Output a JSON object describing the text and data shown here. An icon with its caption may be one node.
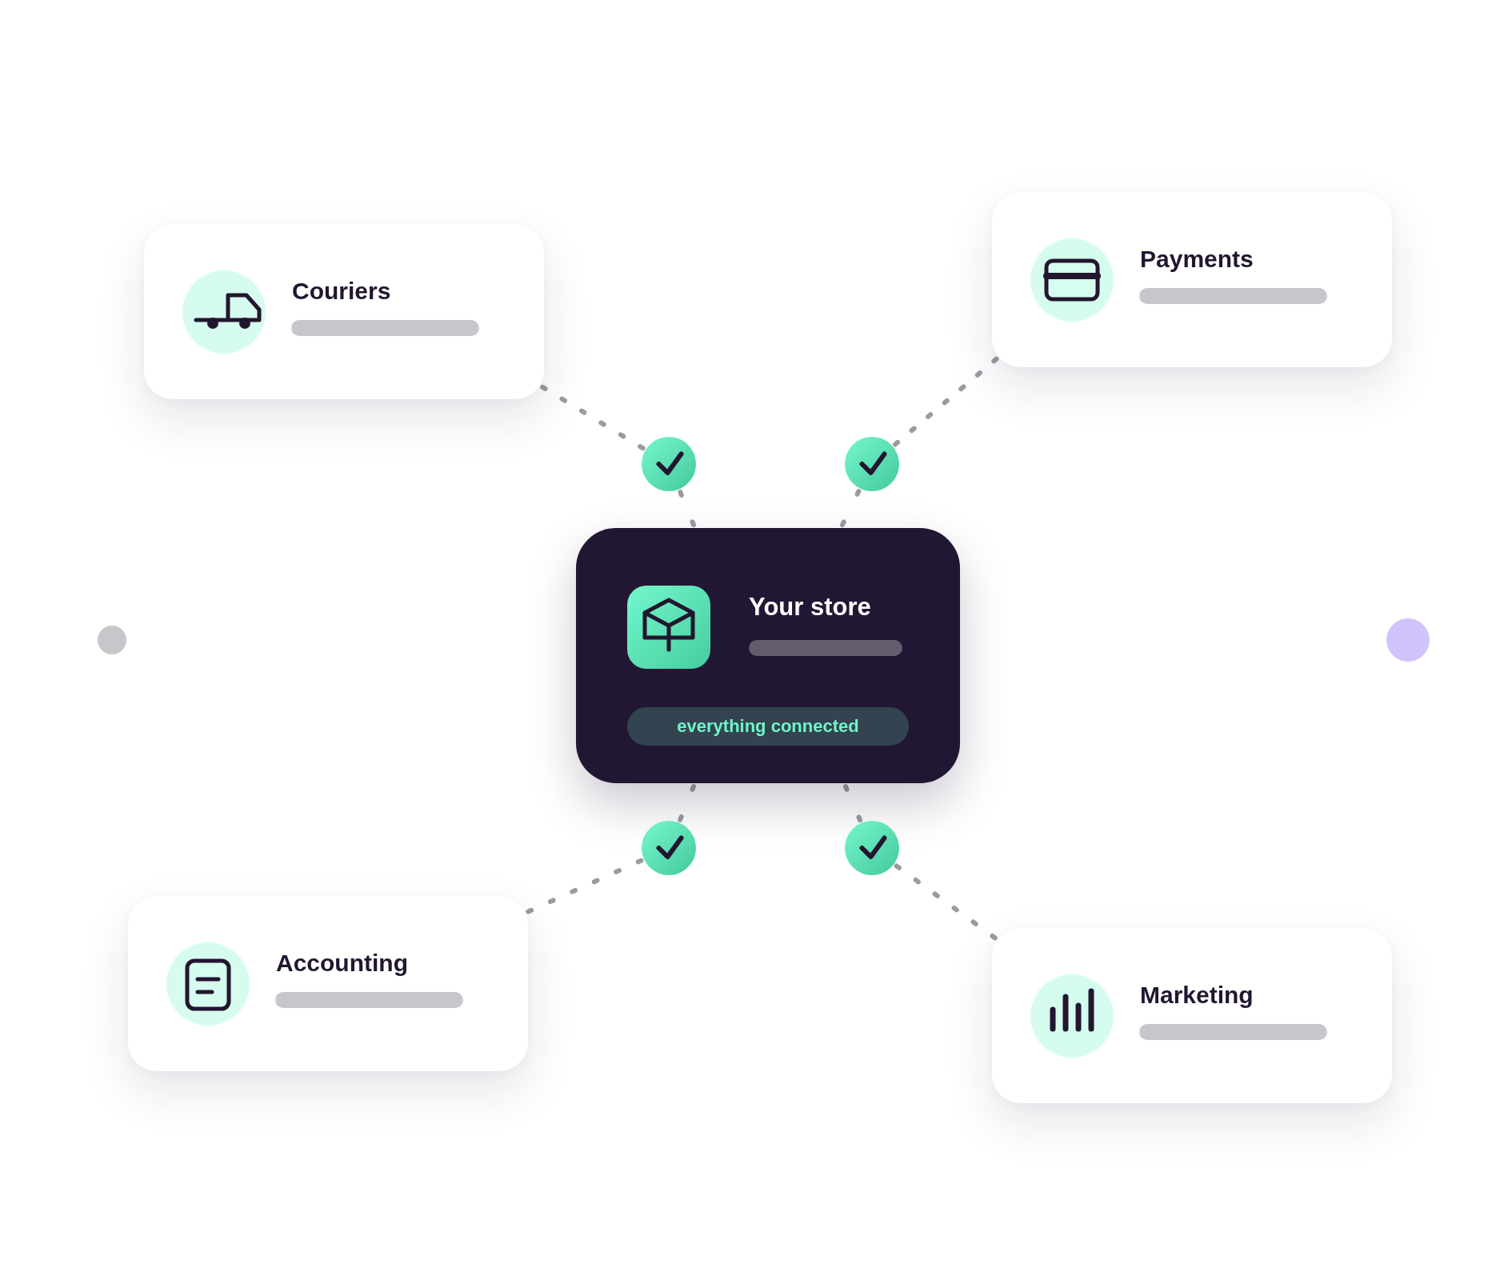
{
  "diagram": {
    "nodes": [
      {
        "text": [
          "Couriers"
        ]
      },
      {
        "text": [
          "Payments"
        ]
      },
      {
        "text": [],
        "shape": "circle"
      },
      {
        "text": [],
        "shape": "circle"
      },
      {
        "text": [
          "Your store"
        ]
      },
      {
        "text": [
          "everything connected"
        ],
        "in": 4
      },
      {
        "text": [],
        "shape": "circle"
      },
      {
        "text": [],
        "shape": "circle"
      },
      {
        "text": [
          "Accounting"
        ]
      },
      {
        "text": [
          "Marketing"
        ]
      }
    ],
    "edges": [
      {
        "from": 0,
        "to": 2,
        "arrow": "none",
        "style": "dashed"
      },
      {
        "from": 2,
        "to": 4,
        "arrow": "none",
        "style": "dashed"
      },
      {
        "from": 1,
        "to": 3,
        "arrow": "none",
        "style": "dashed"
      },
      {
        "from": 3,
        "to": 4,
        "arrow": "none",
        "style": "dashed"
      },
      {
        "from": 8,
        "to": 6,
        "arrow": "none",
        "style": "dashed"
      },
      {
        "from": 6,
        "to": 4,
        "arrow": "none",
        "style": "dashed"
      },
      {
        "from": 9,
        "to": 7,
        "arrow": "none",
        "style": "dashed"
      },
      {
        "from": 7,
        "to": 4,
        "arrow": "none",
        "style": "dashed"
      }
    ]
  }
}
